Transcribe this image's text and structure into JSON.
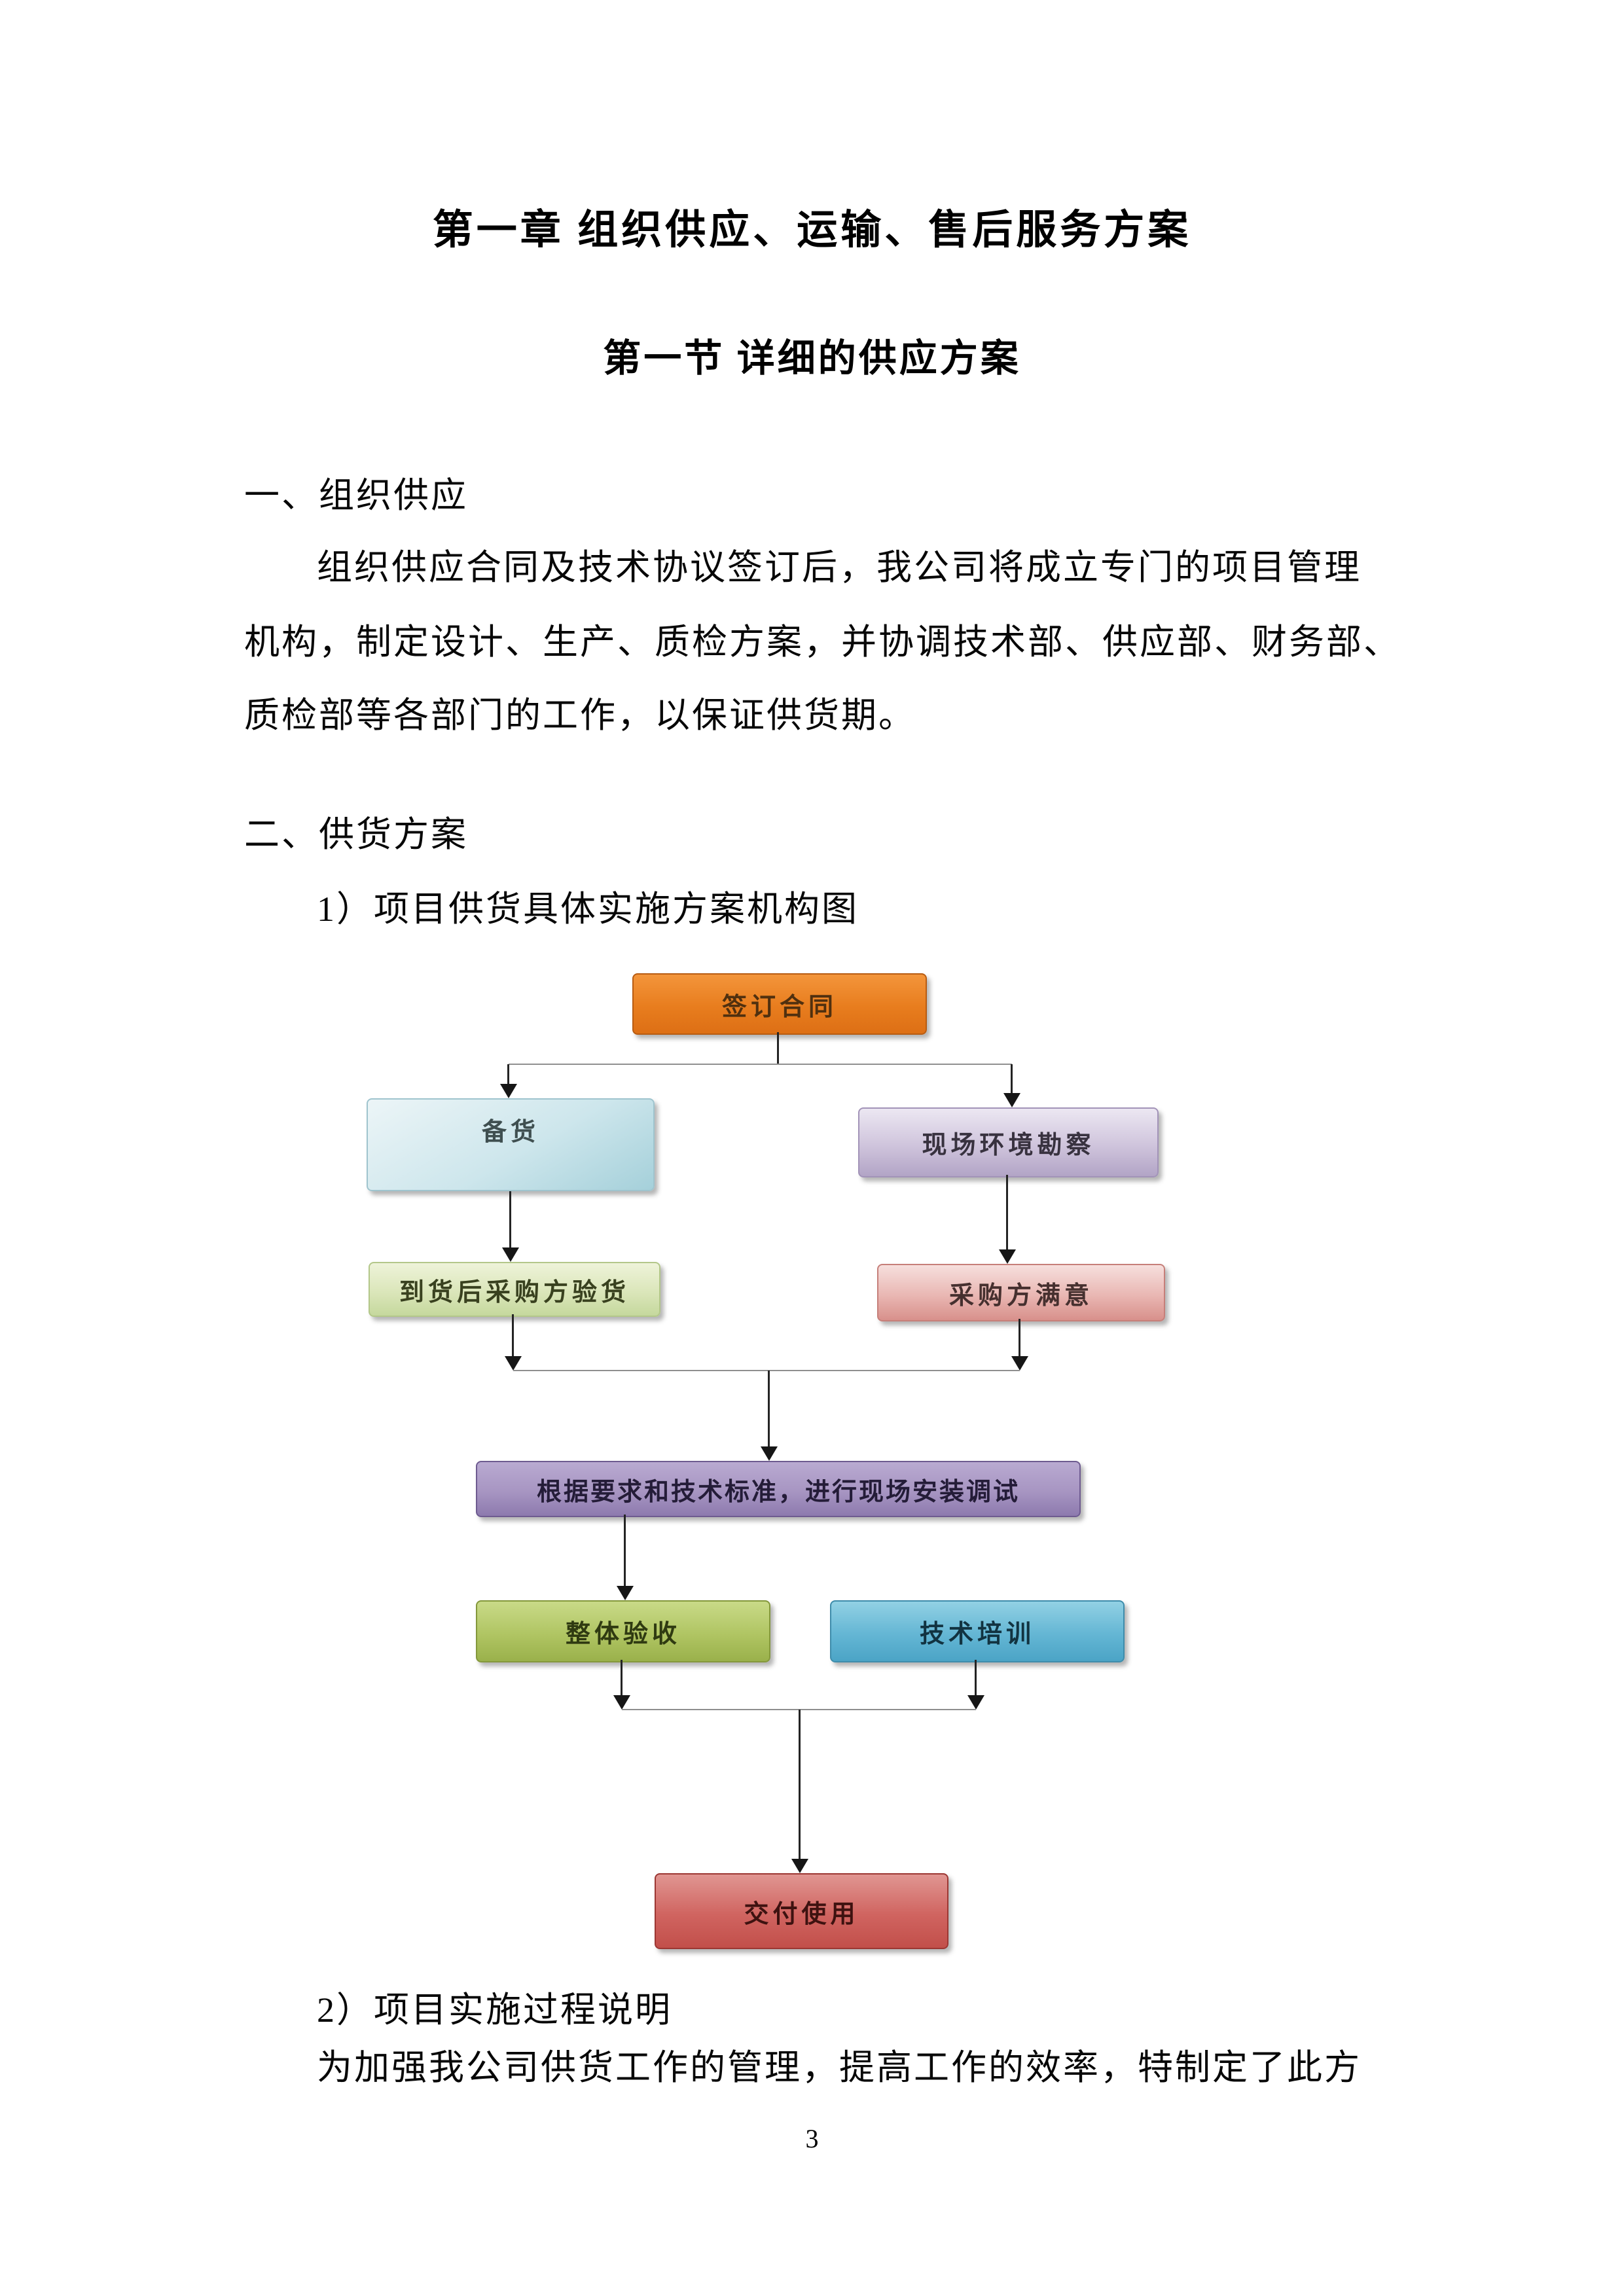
{
  "doc": {
    "chapter_title": "第一章 组织供应、运输、售后服务方案",
    "section_title": "第一节 详细的供应方案",
    "s1_heading": "一、组织供应",
    "s1_lines": [
      "组织供应合同及技术协议签订后，我公司将成立专门的项目管理",
      "机构，制定设计、生产、质检方案，并协调技术部、供应部、财务部、",
      "质检部等各部门的工作，以保证供货期。"
    ],
    "s2_heading": "二、供货方案",
    "s2_item1": "1）项目供货具体实施方案机构图",
    "s2_item2": "2）项目实施过程说明",
    "s2_closing": "为加强我公司供货工作的管理，提高工作的效率，特制定了此方",
    "page_number": "3"
  },
  "flowchart": {
    "line_color": "#242424",
    "merge_line_color": "#8f8f8f",
    "boxes": [
      {
        "label": "签订合同",
        "angle": "180deg",
        "colors": [
          "#f3953b",
          "#e87d1e",
          "#dd6f15"
        ],
        "border_color": "#b85c12",
        "text_color": "#50300f"
      },
      {
        "label": "备货",
        "angle": "150deg",
        "colors": [
          "#ecf5f7",
          "#cde6ec",
          "#a5d0da"
        ],
        "border_color": "#9fc4ce",
        "text_color": "#3f4f50"
      },
      {
        "label": "现场环境勘察",
        "angle": "180deg",
        "colors": [
          "#ece7f2",
          "#cfc4dc",
          "#b2a4c6"
        ],
        "border_color": "#a293b8",
        "text_color": "#38323f"
      },
      {
        "label": "到货后采购方验货",
        "angle": "180deg",
        "colors": [
          "#eef3d9",
          "#dbe6ba",
          "#c5d89d"
        ],
        "border_color": "#b3c789",
        "text_color": "#39411f"
      },
      {
        "label": "采购方满意",
        "angle": "180deg",
        "colors": [
          "#f6dfdd",
          "#e9b7b3",
          "#d8908b"
        ],
        "border_color": "#c67f7a",
        "text_color": "#46302f"
      },
      {
        "label": "根据要求和技术标准，进行现场安装调试",
        "angle": "180deg",
        "colors": [
          "#b9aad1",
          "#a795c2",
          "#8d7aae"
        ],
        "border_color": "#6e5b90",
        "text_color": "#241c38"
      },
      {
        "label": "整体验收",
        "angle": "180deg",
        "colors": [
          "#c9da88",
          "#b0c563",
          "#9ab14b"
        ],
        "border_color": "#84983b",
        "text_color": "#2f3a11"
      },
      {
        "label": "技术培训",
        "angle": "180deg",
        "colors": [
          "#92d1e4",
          "#64b6d4",
          "#4ba4c6"
        ],
        "border_color": "#3e8cab",
        "text_color": "#123341"
      },
      {
        "label": "交付使用",
        "angle": "180deg",
        "colors": [
          "#e09692",
          "#d06460",
          "#c24f4a"
        ],
        "border_color": "#9c3733",
        "text_color": "#3e1210"
      }
    ]
  }
}
